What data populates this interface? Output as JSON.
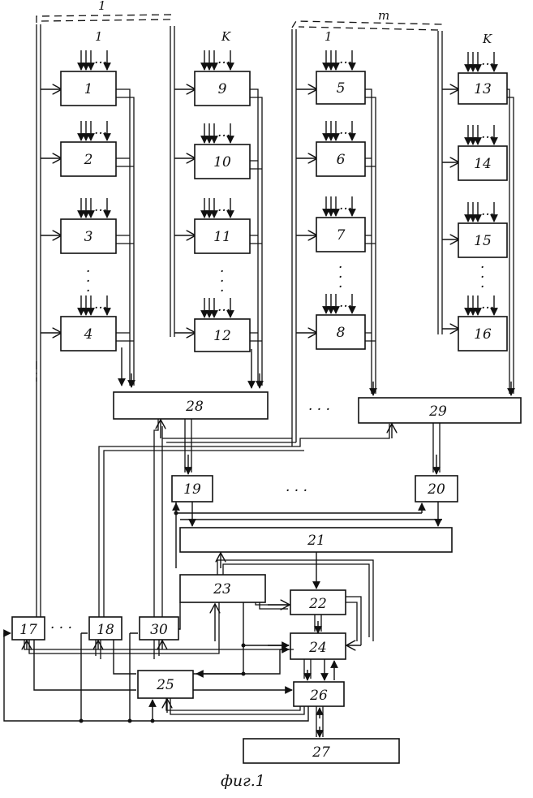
{
  "figure": {
    "caption": "фиг.1",
    "top_group_labels": [
      "1",
      "m"
    ],
    "column_labels": [
      "1",
      "K",
      "1",
      "K"
    ],
    "ellipsis_horizontal": "· · ·",
    "vertical_dots": "·\n·\n·"
  },
  "blocks": [
    {
      "id": "b1",
      "label": "1"
    },
    {
      "id": "b2",
      "label": "2"
    },
    {
      "id": "b3",
      "label": "3"
    },
    {
      "id": "b4",
      "label": "4"
    },
    {
      "id": "b5",
      "label": "5"
    },
    {
      "id": "b6",
      "label": "6"
    },
    {
      "id": "b7",
      "label": "7"
    },
    {
      "id": "b8",
      "label": "8"
    },
    {
      "id": "b9",
      "label": "9"
    },
    {
      "id": "b10",
      "label": "10"
    },
    {
      "id": "b11",
      "label": "11"
    },
    {
      "id": "b12",
      "label": "12"
    },
    {
      "id": "b13",
      "label": "13"
    },
    {
      "id": "b14",
      "label": "14"
    },
    {
      "id": "b15",
      "label": "15"
    },
    {
      "id": "b16",
      "label": "16"
    },
    {
      "id": "b17",
      "label": "17"
    },
    {
      "id": "b18",
      "label": "18"
    },
    {
      "id": "b19",
      "label": "19"
    },
    {
      "id": "b20",
      "label": "20"
    },
    {
      "id": "b21",
      "label": "21"
    },
    {
      "id": "b22",
      "label": "22"
    },
    {
      "id": "b23",
      "label": "23"
    },
    {
      "id": "b24",
      "label": "24"
    },
    {
      "id": "b25",
      "label": "25"
    },
    {
      "id": "b26",
      "label": "26"
    },
    {
      "id": "b27",
      "label": "27"
    },
    {
      "id": "b28",
      "label": "28"
    },
    {
      "id": "b29",
      "label": "29"
    },
    {
      "id": "b30",
      "label": "30"
    }
  ]
}
